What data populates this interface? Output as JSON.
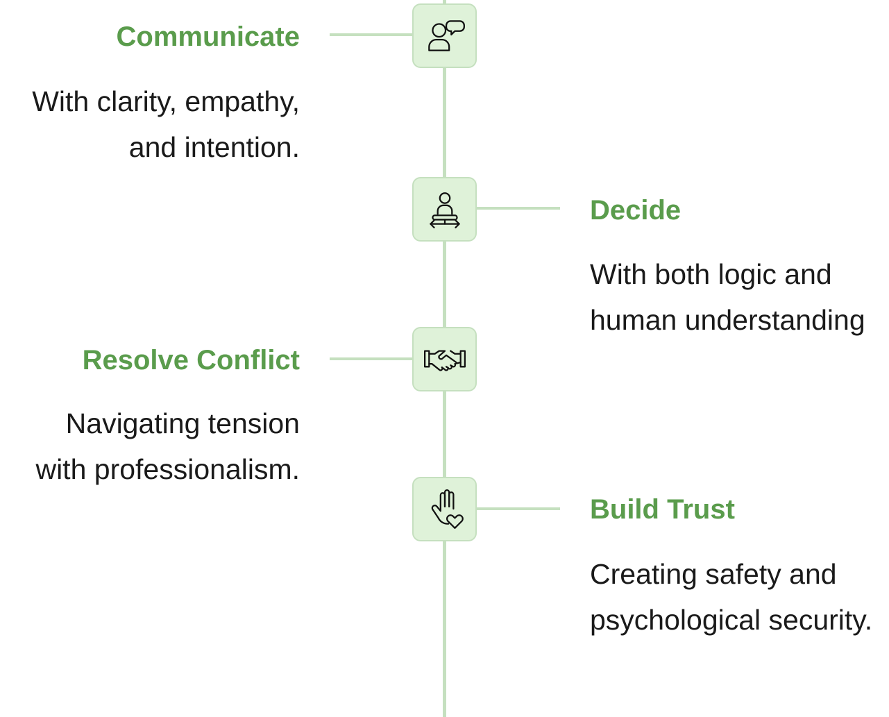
{
  "steps": [
    {
      "title": "Communicate",
      "icon": "communicate-people-speech-icon",
      "lines": [
        "With clarity, empathy,",
        "and intention."
      ]
    },
    {
      "title": "Decide",
      "icon": "decide-person-arrows-icon",
      "lines": [
        "With both logic and",
        "human understanding"
      ]
    },
    {
      "title": "Resolve Conflict",
      "icon": "handshake-icon",
      "lines": [
        "Navigating tension",
        "with professionalism."
      ]
    },
    {
      "title": "Build Trust",
      "icon": "hand-heart-icon",
      "lines": [
        "Creating safety and",
        "psychological security."
      ]
    }
  ],
  "colors": {
    "title": "#5a9c4c",
    "text": "#1a1a1a",
    "line": "#c5e0bf",
    "node_fill": "#dff2d9"
  }
}
